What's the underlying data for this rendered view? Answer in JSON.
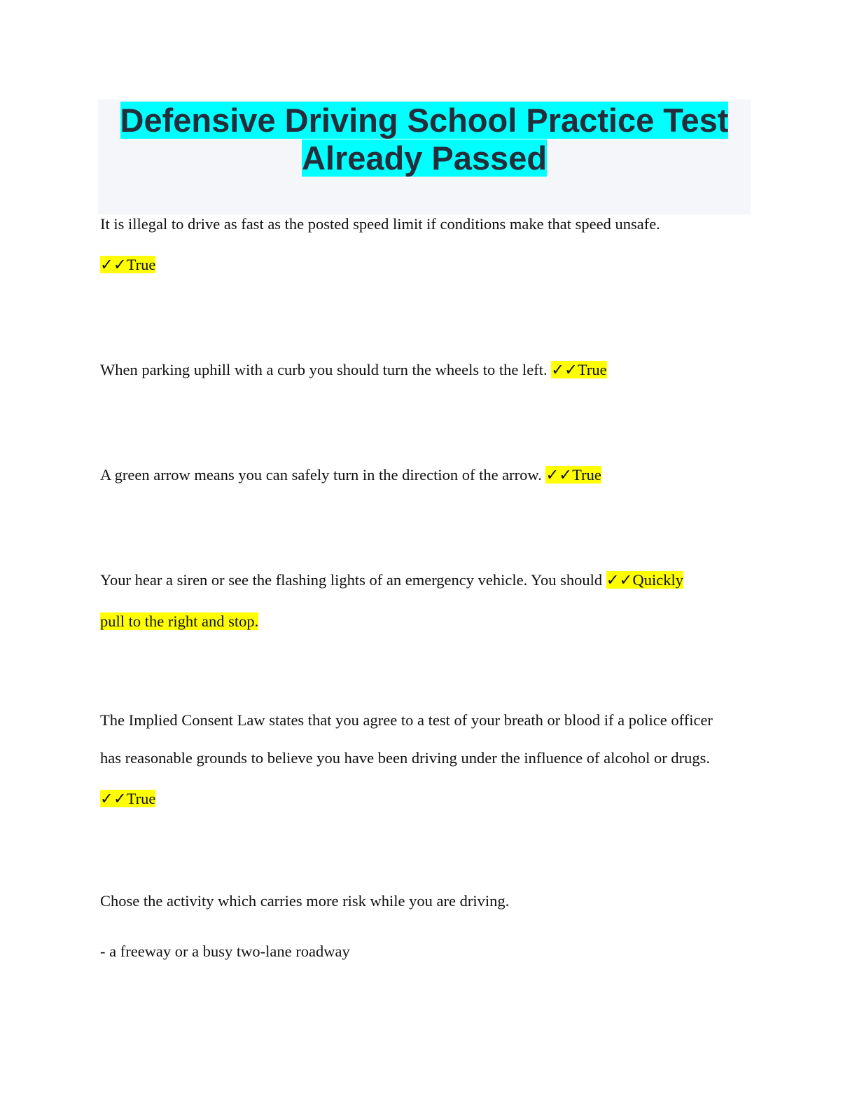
{
  "title": {
    "line1": "Defensive Driving School Practice Test",
    "line2": "Already Passed"
  },
  "questions": [
    {
      "question": "It is illegal to drive as fast as the posted speed limit if conditions make that speed unsafe.",
      "answer": "✓✓True"
    },
    {
      "question": "When parking uphill with a curb you should turn the wheels to the left.",
      "answer": "✓✓True"
    },
    {
      "question": "A green arrow means you can safely turn in the direction of the arrow.",
      "answer": "✓✓True"
    },
    {
      "question": "Your hear a siren or see the flashing lights of an emergency vehicle. You should",
      "answer_part1": "✓✓Quickly",
      "answer_part2": "pull to the right and stop."
    },
    {
      "question_line1": "The Implied Consent Law states that you agree to a test of your breath or blood if a police officer",
      "question_line2": "has reasonable grounds to believe you have been driving under the influence of alcohol or drugs.",
      "answer": "✓✓True"
    },
    {
      "question": "Chose the activity which carries more risk while you are driving.",
      "option": "- a freeway or a busy two-lane roadway"
    }
  ]
}
